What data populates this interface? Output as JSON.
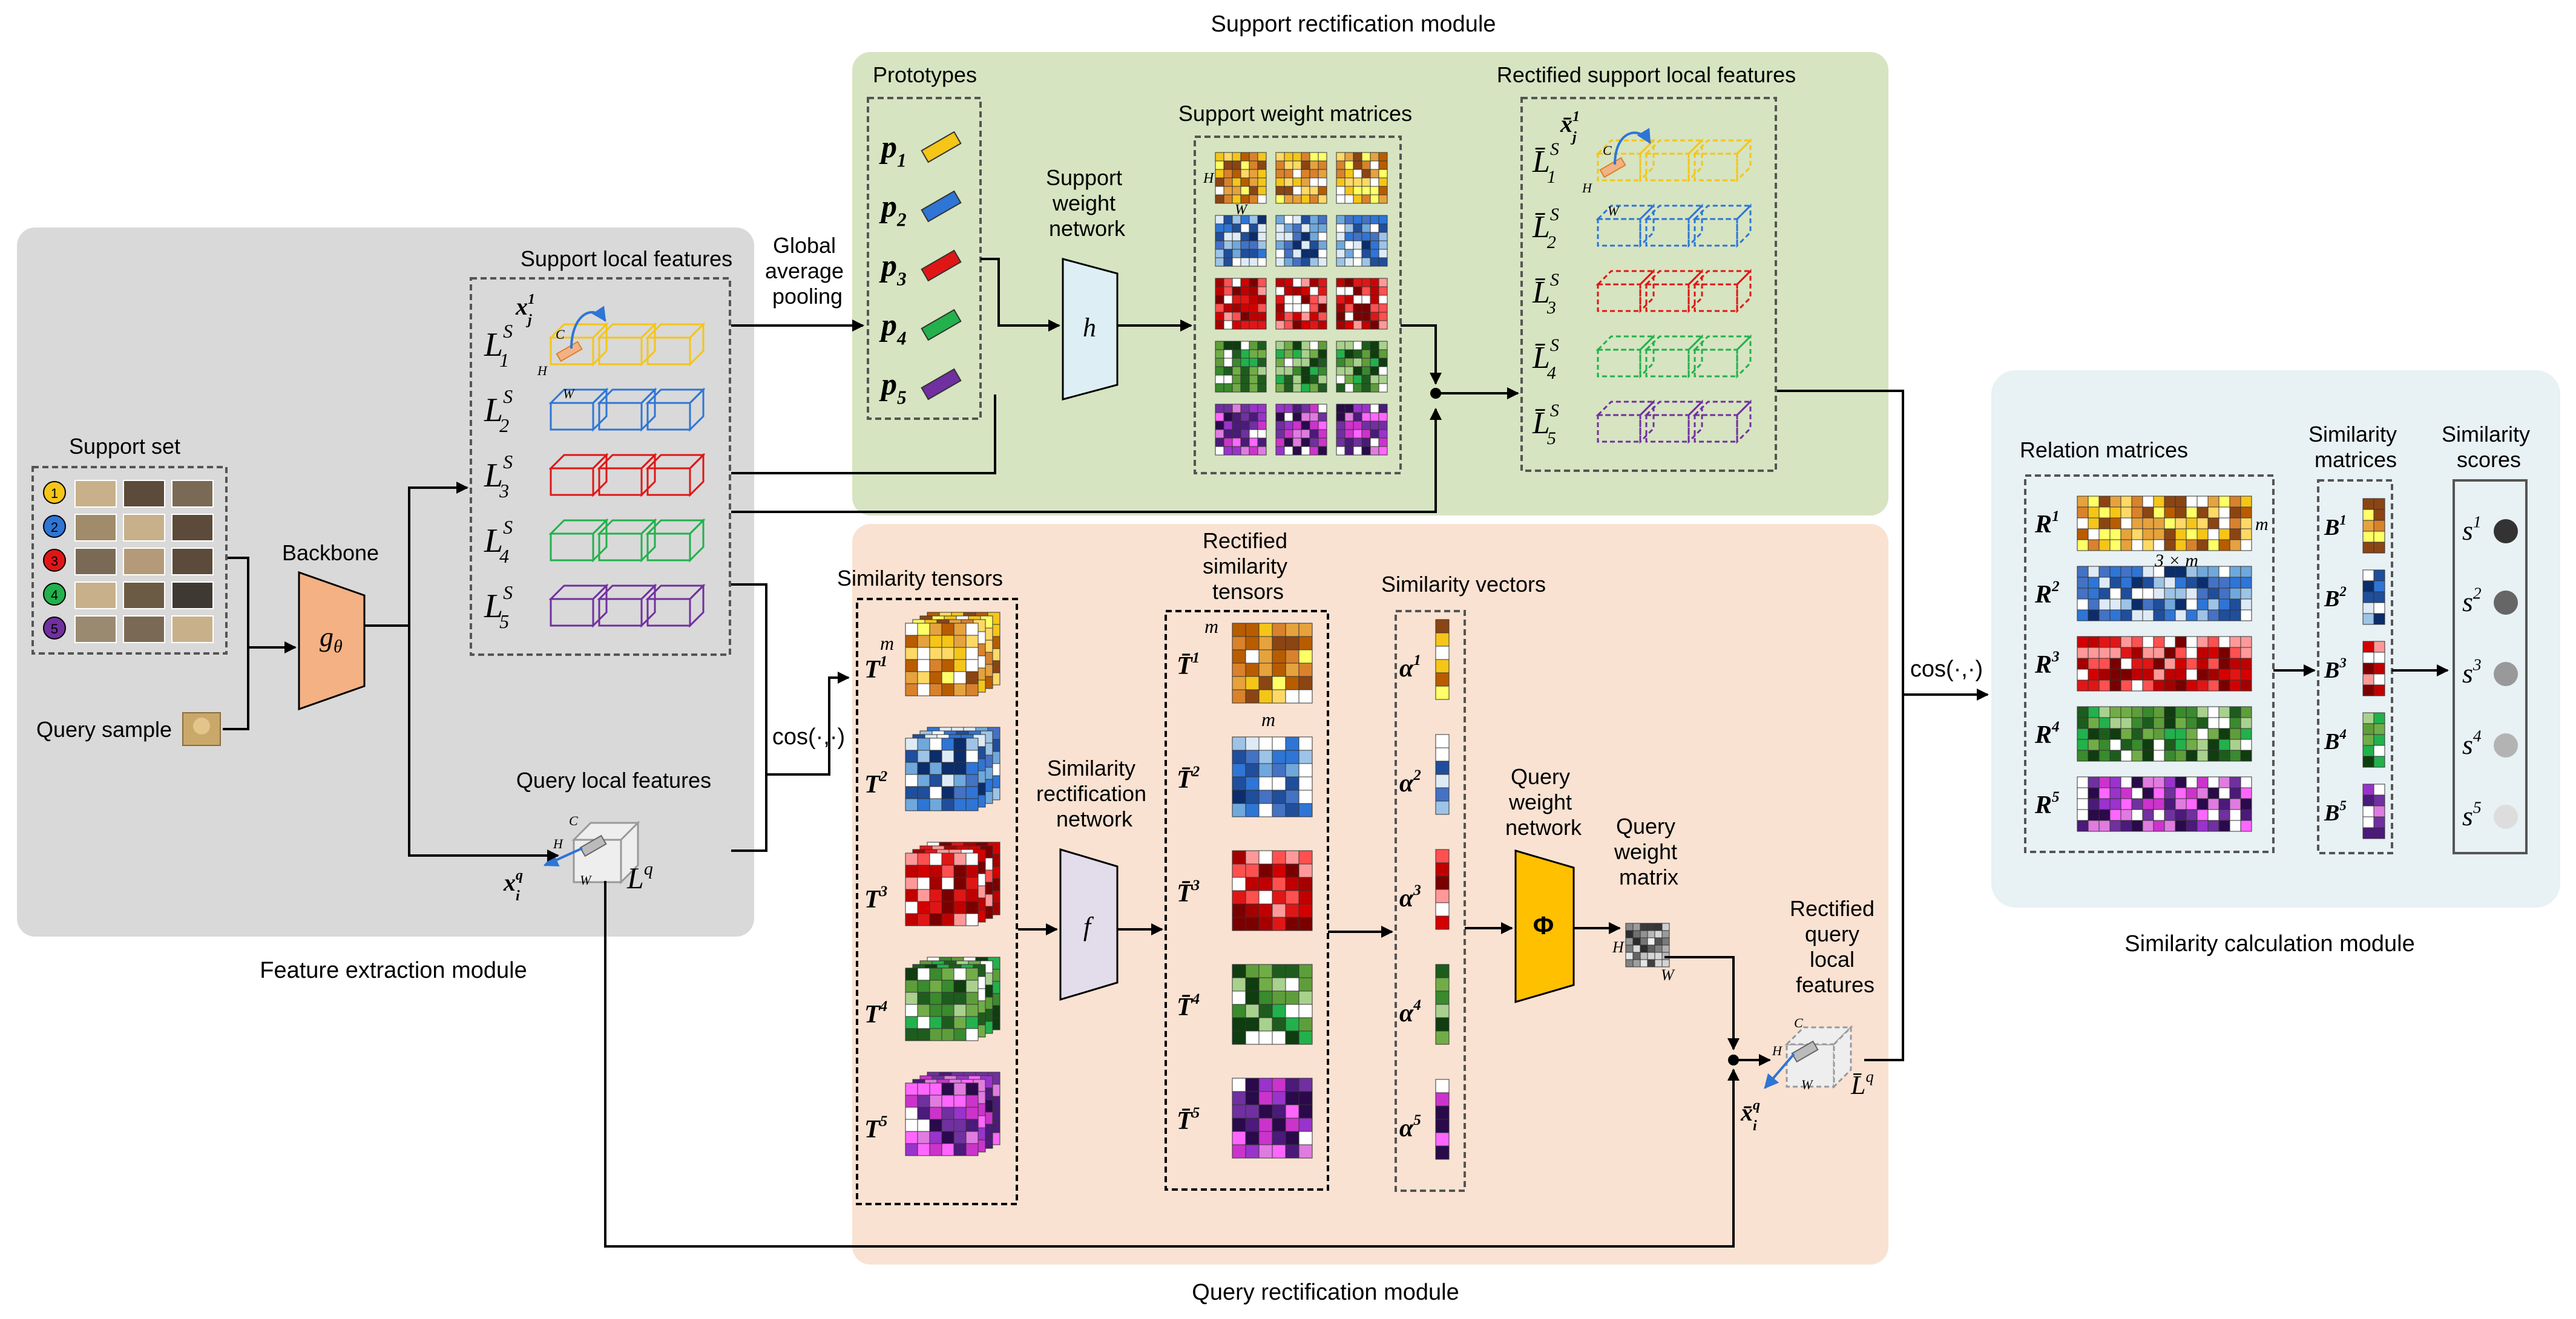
{
  "modules": {
    "feature": "Feature extraction module",
    "support": "Support rectification module",
    "query": "Query rectification module",
    "similarity": "Similarity calculation module"
  },
  "labels": {
    "support_set": "Support set",
    "query_sample": "Query sample",
    "backbone": "Backbone",
    "backbone_fn": "g",
    "backbone_sub": "θ",
    "support_local_features": "Support local features",
    "query_local_features": "Query local features",
    "gap": [
      "Global",
      "average",
      "pooling"
    ],
    "prototypes": "Prototypes",
    "support_weight_network": [
      "Support",
      "weight",
      "network"
    ],
    "h": "h",
    "support_weight_matrices": "Support weight matrices",
    "rectified_support": "Rectified support local features",
    "similarity_tensors": "Similarity tensors",
    "rect_sim_tensors": [
      "Rectified",
      "similarity",
      "tensors"
    ],
    "sim_rect_network": [
      "Similarity",
      "rectification",
      "network"
    ],
    "f": "f",
    "similarity_vectors": "Similarity vectors",
    "query_weight_network": [
      "Query",
      "weight",
      "network"
    ],
    "phi": "Φ",
    "query_weight_matrix": [
      "Query",
      "weight",
      "matrix"
    ],
    "rectified_query": [
      "Rectified",
      "query",
      "local",
      "features"
    ],
    "cos1": "cos(·,·)",
    "cos2": "cos(·,·)",
    "relation_matrices": "Relation matrices",
    "similarity_matrices": [
      "Similarity",
      "matrices"
    ],
    "similarity_scores": [
      "Similarity",
      "scores"
    ],
    "three_m": "3 × m",
    "m": "m",
    "C": "C",
    "H": "H",
    "W": "W",
    "Lq": "L",
    "Lq_sup": "q",
    "xq": "x",
    "xq_sub": "i",
    "xq_sup": "q",
    "xs": "x",
    "xs_sub": "j",
    "xs_sup": "1"
  },
  "support_set_numbers": [
    "1",
    "2",
    "3",
    "4",
    "5"
  ],
  "support_features": [
    "1",
    "2",
    "3",
    "4",
    "5"
  ],
  "prototypes": [
    "1",
    "2",
    "3",
    "4",
    "5"
  ],
  "T_labels": [
    "1",
    "2",
    "3",
    "4",
    "5"
  ],
  "alpha_labels": [
    "1",
    "2",
    "3",
    "4",
    "5"
  ],
  "R_labels": [
    "1",
    "2",
    "3",
    "4",
    "5"
  ],
  "B_labels": [
    "1",
    "2",
    "3",
    "4",
    "5"
  ],
  "s_labels": [
    "1",
    "2",
    "3",
    "4",
    "5"
  ],
  "class_colors": [
    "#f5c518",
    "#2e75d6",
    "#e01616",
    "#22b14c",
    "#7030a0"
  ],
  "score_colors": [
    "#333333",
    "#666666",
    "#999999",
    "#b3b3b3",
    "#dddddd"
  ]
}
